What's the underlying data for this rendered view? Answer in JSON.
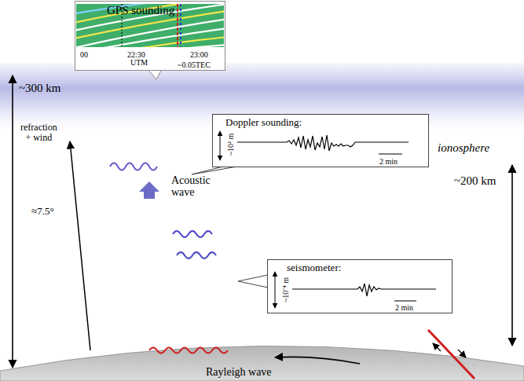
{
  "diagram": {
    "nodes": [
      {
        "text": [
          "GPS sounding",
          "00",
          "22:30",
          "UTM",
          "23:00",
          "~0.05TEC"
        ]
      },
      {
        "text": [
          "Doppler sounding:",
          "~10² m",
          "2 min"
        ]
      },
      {
        "text": [
          "seismometer:",
          "~10⁻⁴ m",
          "2 min"
        ]
      }
    ],
    "labels": [
      "~300 km",
      "refraction + wind",
      "≈7.5°",
      "Acoustic wave",
      "ionosphere",
      "~200 km",
      "Rayleigh wave"
    ]
  }
}
